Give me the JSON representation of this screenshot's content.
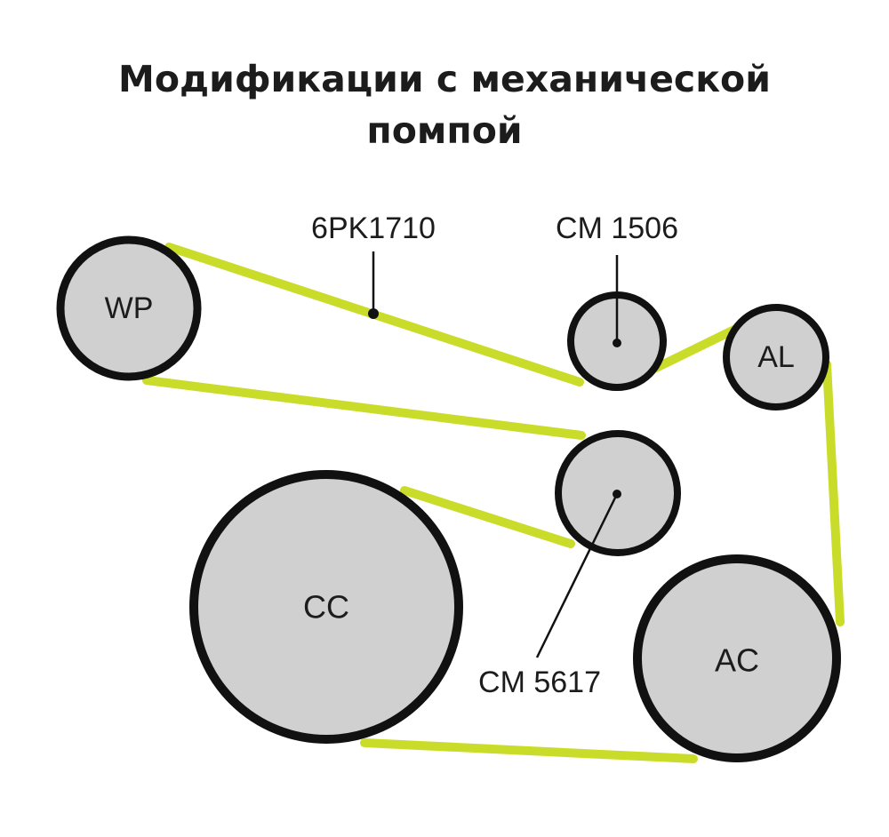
{
  "title": {
    "line1": "Модификации с механической",
    "line2": "помпой"
  },
  "pulleys": {
    "wp": "WP",
    "al": "AL",
    "cc": "CC",
    "ac": "AC"
  },
  "callouts": {
    "belt": "6PK1710",
    "tensioner": "CM 1506",
    "idler": "CM 5617"
  },
  "colors": {
    "belt": "#c9dc2a",
    "pulley_fill": "#d0d0d0",
    "outline": "#111111",
    "text": "#1c1c1c"
  }
}
